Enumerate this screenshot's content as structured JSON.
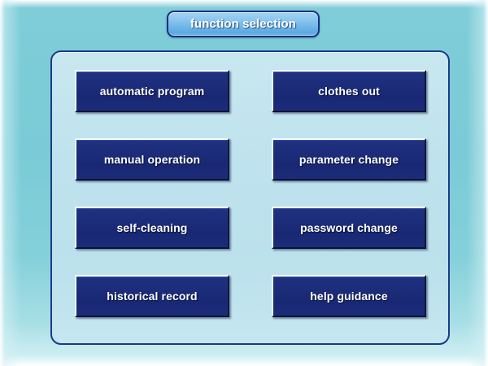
{
  "screen": {
    "title": "function selection",
    "frame_color": "#7ecdd8",
    "panel_color": "#bfe3ee",
    "panel_border_color": "#1b3a86",
    "button_color": "#1c2d7b",
    "button_text_color": "#ffffff",
    "title_pill_color": "#6fb7e8",
    "title_pill_border_color": "#1b2f7e"
  },
  "menu": {
    "buttons": [
      {
        "label": "automatic program",
        "column": "left",
        "row": 1
      },
      {
        "label": "clothes out",
        "column": "right",
        "row": 1
      },
      {
        "label": "manual operation",
        "column": "left",
        "row": 2
      },
      {
        "label": "parameter change",
        "column": "right",
        "row": 2
      },
      {
        "label": "self-cleaning",
        "column": "left",
        "row": 3
      },
      {
        "label": "password change",
        "column": "right",
        "row": 3
      },
      {
        "label": "historical record",
        "column": "left",
        "row": 4
      },
      {
        "label": "help guidance",
        "column": "right",
        "row": 4
      }
    ]
  }
}
